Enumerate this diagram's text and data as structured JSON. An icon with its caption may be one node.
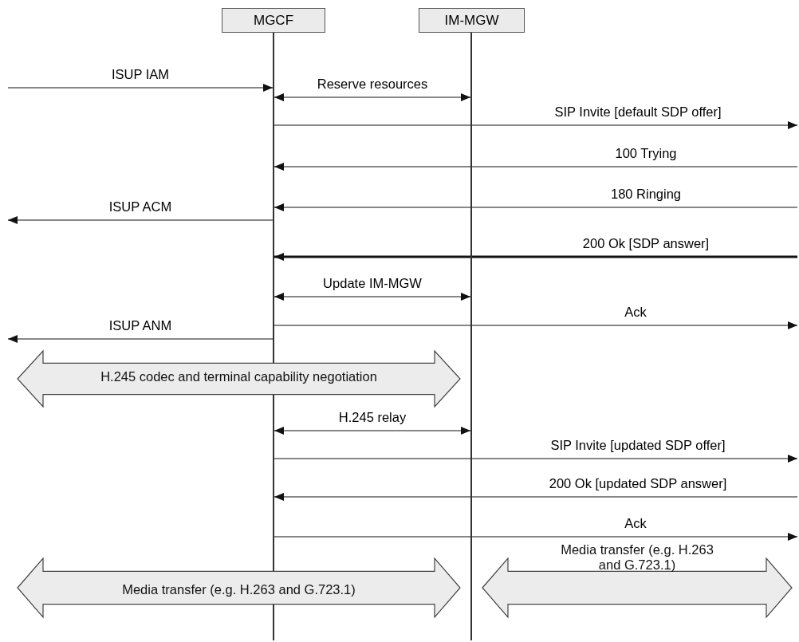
{
  "diagram": {
    "nodes": [
      {
        "text": [
          "MGCF"
        ]
      },
      {
        "text": [
          "IM-MGW"
        ]
      },
      {
        "text": [],
        "shape": "bar"
      },
      {
        "text": [],
        "shape": "bar"
      },
      {
        "text": [
          "H.245 codec and terminal capability negotiation"
        ]
      },
      {
        "text": [
          "Media transfer (e.g. H.263 and G.723.1)"
        ]
      },
      {
        "text": [
          "Media transfer (e.g. H.263 and G.723.1)"
        ]
      }
    ],
    "edges": [
      {
        "from": null,
        "to": 2,
        "arrow": "to",
        "label": "ISUP IAM"
      },
      {
        "from": 2,
        "to": 3,
        "arrow": "both",
        "label": "Reserve resources"
      },
      {
        "from": 2,
        "to": null,
        "arrow": "to",
        "label": "SIP Invite [default SDP offer]"
      },
      {
        "from": null,
        "to": 2,
        "arrow": "to",
        "label": "100 Trying"
      },
      {
        "from": null,
        "to": 2,
        "arrow": "to",
        "label": "180 Ringing"
      },
      {
        "from": 2,
        "to": null,
        "arrow": "to",
        "label": "ISUP ACM"
      },
      {
        "from": null,
        "to": 2,
        "arrow": "to",
        "label": "200 Ok [SDP answer]",
        "style": "thick"
      },
      {
        "from": 2,
        "to": 3,
        "arrow": "both",
        "label": "Update IM-MGW"
      },
      {
        "from": 2,
        "to": null,
        "arrow": "to",
        "label": "Ack"
      },
      {
        "from": 2,
        "to": null,
        "arrow": "to",
        "label": "ISUP ANM"
      },
      {
        "from": 2,
        "to": 3,
        "arrow": "both",
        "label": "H.245 relay"
      },
      {
        "from": 2,
        "to": null,
        "arrow": "to",
        "label": "SIP Invite [updated SDP offer]"
      },
      {
        "from": null,
        "to": 2,
        "arrow": "to",
        "label": "200 Ok [updated SDP answer]"
      },
      {
        "from": 2,
        "to": null,
        "arrow": "to",
        "label": "Ack"
      }
    ]
  }
}
